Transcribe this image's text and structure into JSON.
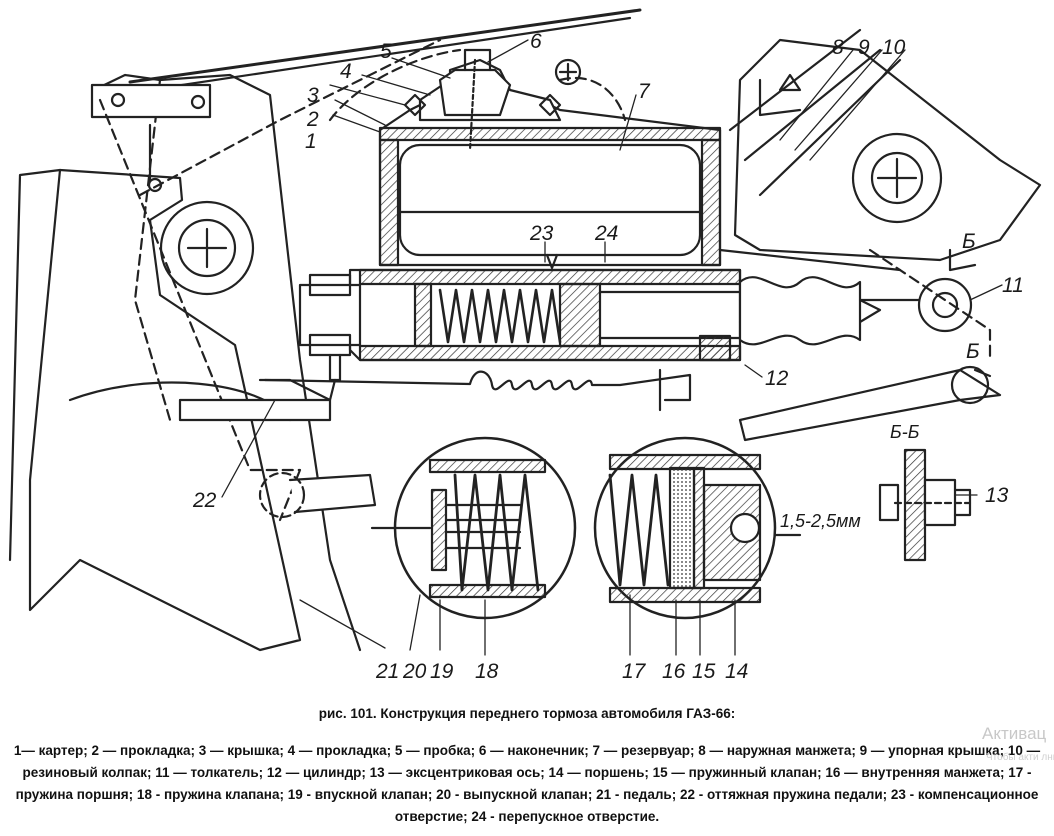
{
  "labels": {
    "l1": "1",
    "l2": "2",
    "l3": "3",
    "l4": "4",
    "l5": "5",
    "l6": "6",
    "l7": "7",
    "l8": "8",
    "l9": "9",
    "l10": "10",
    "l11": "11",
    "l12": "12",
    "l13": "13",
    "l14": "14",
    "l15": "15",
    "l16": "16",
    "l17": "17",
    "l18": "18",
    "l19": "19",
    "l20": "20",
    "l21": "21",
    "l22": "22",
    "l23": "23",
    "l24": "24",
    "section_b1": "Б",
    "section_b2": "Б",
    "section_bb": "Б-Б",
    "gap": "1,5-2,5мм"
  },
  "caption": "рис. 101. Конструкция переднего тормоза автомобиля ГАЗ-66:",
  "legend": "1— картер; 2 — прокладка; 3 — крышка; 4 — прокладка; 5 — пробка; 6 — наконечник; 7 — резервуар; 8 — наружная манжета; 9 — упорная крышка; 10 — резиновый колпак; 11 — толкатель; 12 — цилиндр; 13 — эксцентриковая ось; 14 — поршень; 15 — пружинный клапан; 16 — внутренняя манжета; 17 - пружина поршня; 18 - пружина клапана; 19 - впускной клапан; 20 - выпускной клапан; 21 - педаль; 22 - оттяжная пружина педали; 23 - компенсационное отверстие; 24 - перепускное отверстие.",
  "watermark": {
    "line1": "Активац",
    "line2": "Чтобы акти  лните отер"
  }
}
